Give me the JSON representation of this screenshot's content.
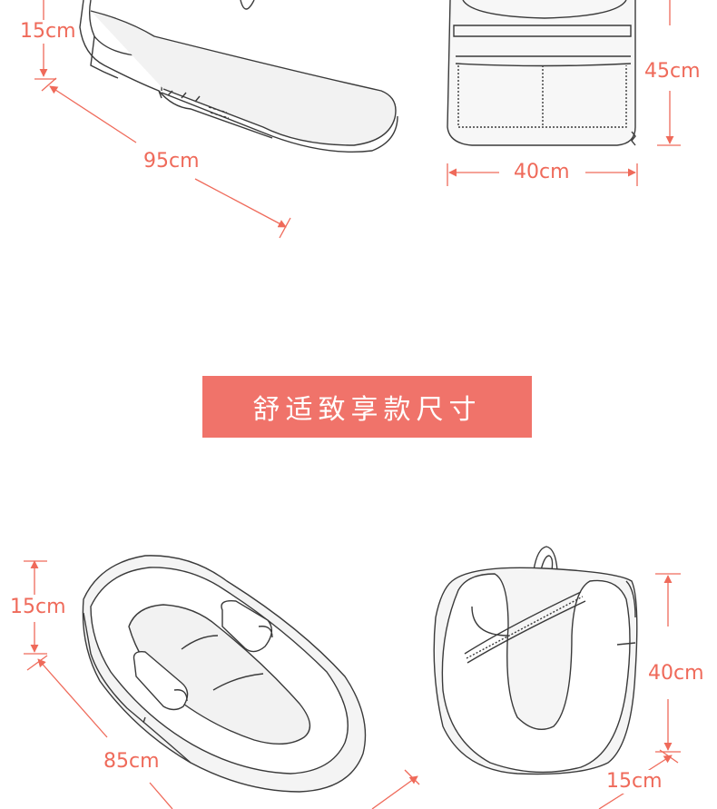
{
  "colors": {
    "accent": "#ef6a5a",
    "banner_bg": "#f0736a",
    "line": "#3a3a3a",
    "text_on_banner": "#ffffff"
  },
  "section_title": "舒适致享款尺寸",
  "top_bed": {
    "height_label": "15cm",
    "length_label": "95cm"
  },
  "top_bag": {
    "height_label": "45cm",
    "width_label": "40cm"
  },
  "bottom_bed": {
    "height_label": "15cm",
    "length_label": "85cm"
  },
  "bottom_bag": {
    "height_label": "40cm",
    "depth_label": "15cm"
  }
}
